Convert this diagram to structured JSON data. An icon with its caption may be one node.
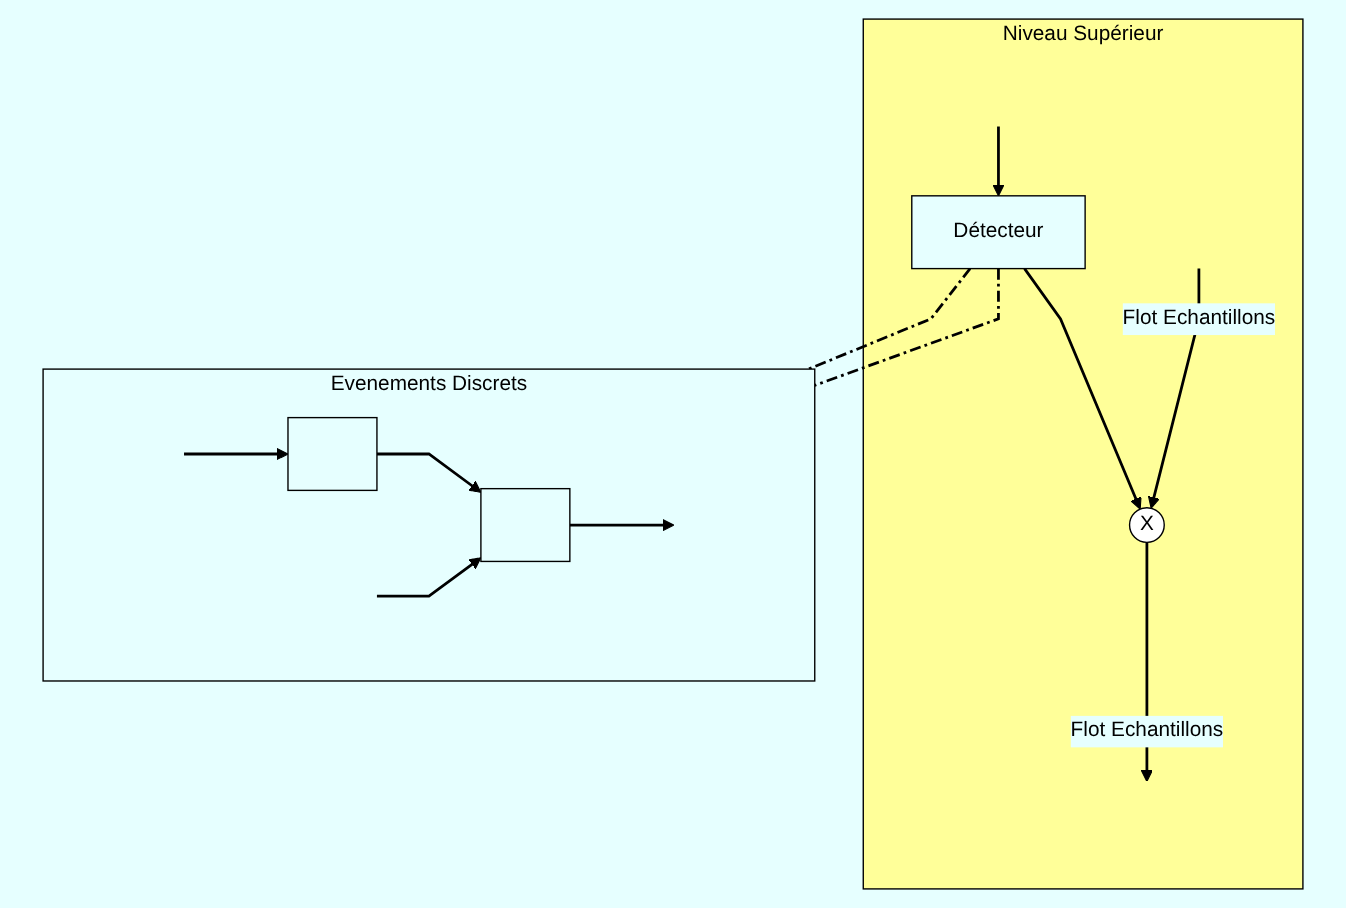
{
  "diagram": {
    "nodes": [
      {
        "text": [
          "Niveau Supérieur"
        ]
      },
      {
        "text": [
          "X"
        ],
        "in": 0
      },
      {
        "text": [
          "Détecteur"
        ],
        "in": 0
      },
      {
        "text": [
          "Evenements Discrets"
        ]
      },
      {
        "text": [],
        "shape": "box",
        "in": 3
      },
      {
        "text": [],
        "shape": "box",
        "in": 3
      }
    ],
    "edges": [
      {
        "from": null,
        "to": 1,
        "arrow": "to",
        "label": "Flot Echantillons"
      },
      {
        "from": null,
        "to": 2,
        "arrow": "to"
      },
      {
        "from": 2,
        "to": 1,
        "arrow": "to"
      },
      {
        "from": 1,
        "to": null,
        "arrow": "to",
        "label": "Flot Echantillons"
      },
      {
        "from": 2,
        "to": 3,
        "arrow": "none",
        "style": "dashed"
      },
      {
        "from": 2,
        "to": 3,
        "arrow": "none",
        "style": "dashed"
      },
      {
        "from": null,
        "to": 4,
        "arrow": "to"
      },
      {
        "from": 4,
        "to": 5,
        "arrow": "to"
      },
      {
        "from": null,
        "to": 5,
        "arrow": "to"
      },
      {
        "from": 5,
        "to": null,
        "arrow": "to"
      }
    ]
  }
}
